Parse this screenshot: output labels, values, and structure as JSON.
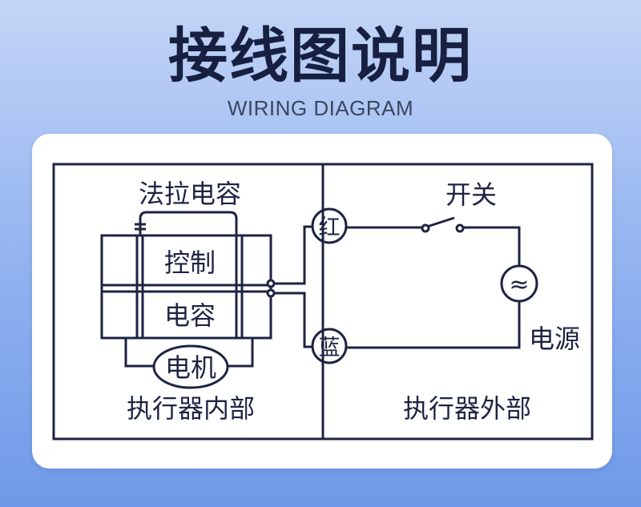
{
  "title": "接线图说明",
  "subtitle": "WIRING DIAGRAM",
  "diagram": {
    "capacitor_label": "法拉电容",
    "control_label": "控制",
    "capacitance_label": "电容",
    "motor_label": "电机",
    "inside_label": "执行器内部",
    "outside_label": "执行器外部",
    "switch_label": "开关",
    "power_label": "电源",
    "red_wire": "红",
    "blue_wire": "蓝",
    "ac_symbol": "≈"
  },
  "colors": {
    "line": "#1d2443",
    "background_top": "#c3d5f7",
    "background_bottom": "#6f99e8"
  }
}
